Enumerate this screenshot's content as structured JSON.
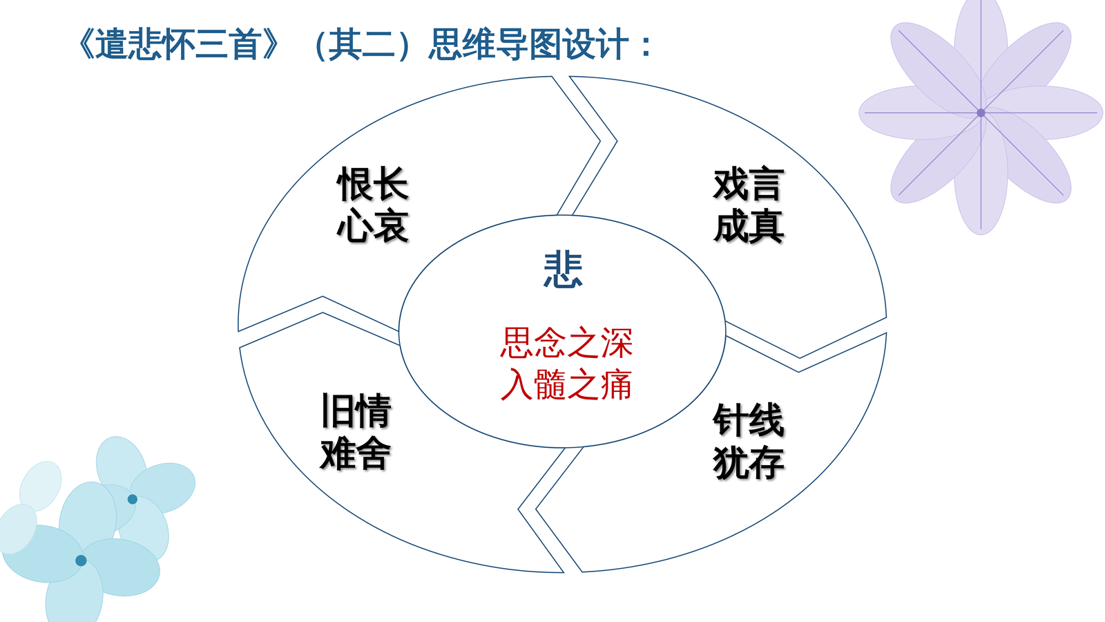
{
  "diagram": {
    "title": "《遣悲怀三首》（其二）思维导图设计：",
    "nodes": [
      {
        "text": [
          "恨长 心哀"
        ]
      },
      {
        "text": [
          "戏言 成真"
        ]
      },
      {
        "text": [
          "悲",
          "思念之深 入髓之痛"
        ]
      },
      {
        "text": [
          "旧情 难舍"
        ]
      },
      {
        "text": [
          "针线 犹存"
        ]
      }
    ]
  }
}
